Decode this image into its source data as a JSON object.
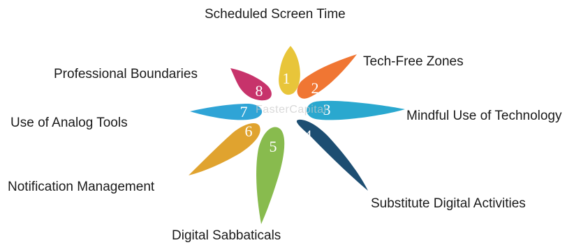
{
  "watermark": "FasterCapital",
  "items": [
    {
      "number": "1",
      "label": "Scheduled Screen Time",
      "color": "#e8c53a"
    },
    {
      "number": "2",
      "label": "Tech-Free Zones",
      "color": "#f07633"
    },
    {
      "number": "3",
      "label": "Mindful Use of Technology",
      "color": "#2aa8cf"
    },
    {
      "number": "4",
      "label": "Substitute Digital Activities",
      "color": "#1d4e72"
    },
    {
      "number": "5",
      "label": "Digital Sabbaticals",
      "color": "#88bb4e"
    },
    {
      "number": "6",
      "label": "Notification Management",
      "color": "#e0a32f"
    },
    {
      "number": "7",
      "label": "Use of Analog Tools",
      "color": "#2fa4d6"
    },
    {
      "number": "8",
      "label": "Professional Boundaries",
      "color": "#c7336b"
    }
  ]
}
